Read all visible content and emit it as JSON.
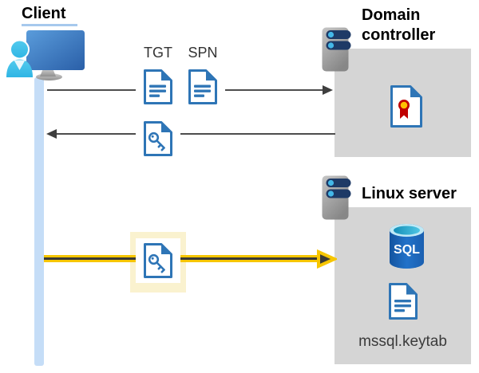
{
  "client": {
    "title": "Client"
  },
  "tickets": {
    "tgt_label": "TGT",
    "spn_label": "SPN"
  },
  "domain_controller": {
    "title": "Domain controller"
  },
  "linux_server": {
    "title": "Linux server",
    "sql_icon_label": "SQL",
    "keytab_label": "mssql.keytab"
  },
  "icons": {
    "client": "monitor-user-icon",
    "domain_controller": "server-icon",
    "linux_server": "server-icon",
    "certificate": "certificate-document-icon",
    "tgt": "text-document-icon",
    "spn": "text-document-icon",
    "service_ticket": "key-document-icon",
    "database": "sql-database-icon",
    "keytab_file": "text-document-icon"
  },
  "colors": {
    "accent_blue": "#2E75B6",
    "highlight_yellow": "#F7C600",
    "highlight_box": "#FAF2CF",
    "container_gray": "#D5D5D5",
    "timeline_blue": "#C5DDF7",
    "arrow_gray": "#4D4D4D"
  }
}
